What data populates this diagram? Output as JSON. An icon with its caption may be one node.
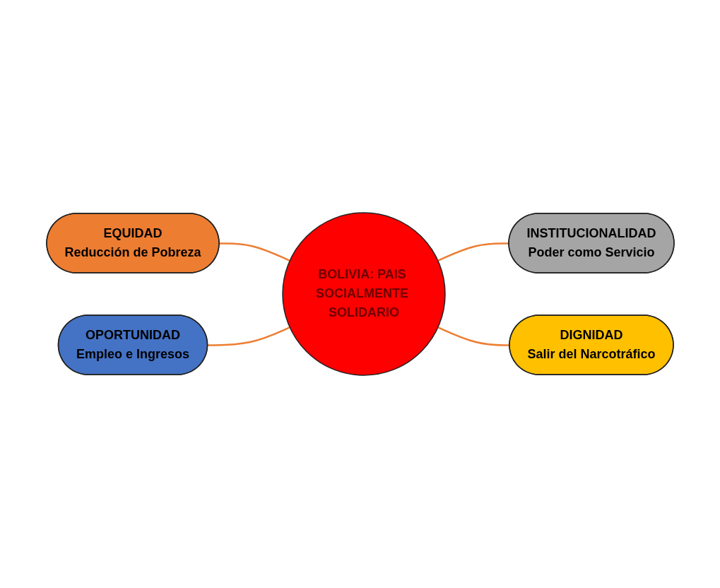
{
  "diagram": {
    "nodes": [
      {
        "text": [
          "EQUIDAD",
          "Reducción de Pobreza"
        ]
      },
      {
        "text": [
          "OPORTUNIDAD",
          "Empleo e Ingresos"
        ]
      },
      {
        "text": [
          "BOLIVIA: PAIS SOCIALMENTE SOLIDARIO"
        ]
      },
      {
        "text": [
          "INSTITUCIONALIDAD",
          "Poder como Servicio"
        ]
      },
      {
        "text": [
          "DIGNIDAD",
          "Salir del Narcotráfico"
        ]
      }
    ],
    "edges": [
      {
        "from": 0,
        "to": 2,
        "arrow": "none"
      },
      {
        "from": 1,
        "to": 2,
        "arrow": "none"
      },
      {
        "from": 2,
        "to": 3,
        "arrow": "none"
      },
      {
        "from": 2,
        "to": 4,
        "arrow": "none"
      }
    ]
  }
}
